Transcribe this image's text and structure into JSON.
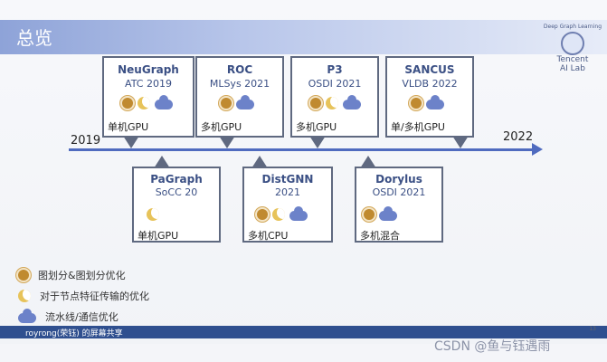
{
  "slide": {
    "title": "总览",
    "brand": {
      "top": "Deep Graph Learning",
      "name_line1": "Tencent",
      "name_line2": "AI Lab"
    },
    "timeline": {
      "start_year": "2019",
      "end_year": "2022"
    },
    "top_boxes": [
      {
        "name": "NeuGraph",
        "venue": "ATC 2019",
        "tag": "单机GPU",
        "icons": [
          "sun-icon",
          "moon-icon",
          "cloud-icon"
        ]
      },
      {
        "name": "ROC",
        "venue": "MLSys 2021",
        "tag": "多机GPU",
        "icons": [
          "sun-icon",
          "cloud-icon"
        ]
      },
      {
        "name": "P3",
        "venue": "OSDI 2021",
        "tag": "多机GPU",
        "icons": [
          "sun-icon",
          "moon-icon",
          "cloud-icon"
        ]
      },
      {
        "name": "SANCUS",
        "venue": "VLDB 2022",
        "tag": "单/多机GPU",
        "icons": [
          "sun-icon",
          "cloud-icon"
        ]
      }
    ],
    "bottom_boxes": [
      {
        "name": "PaGraph",
        "venue": "SoCC 20",
        "tag": "单机GPU",
        "icons": [
          "moon-icon"
        ]
      },
      {
        "name": "DistGNN",
        "venue": "2021",
        "tag": "多机CPU",
        "icons": [
          "sun-icon",
          "moon-icon",
          "cloud-icon"
        ]
      },
      {
        "name": "Dorylus",
        "venue": "OSDI 2021",
        "tag": "多机混合",
        "icons": [
          "sun-icon",
          "cloud-icon"
        ]
      }
    ],
    "legend": [
      {
        "icon": "sun-icon",
        "text": "图划分&图划分优化"
      },
      {
        "icon": "moon-icon",
        "text": "对于节点特征传输的优化"
      },
      {
        "icon": "cloud-icon",
        "text": "流水线/通信优化"
      }
    ],
    "page_number": "13"
  },
  "footer": {
    "taskbar_text": "royrong(荣钰) 的屏幕共享",
    "watermark": "CSDN @鱼与钰遇雨"
  }
}
